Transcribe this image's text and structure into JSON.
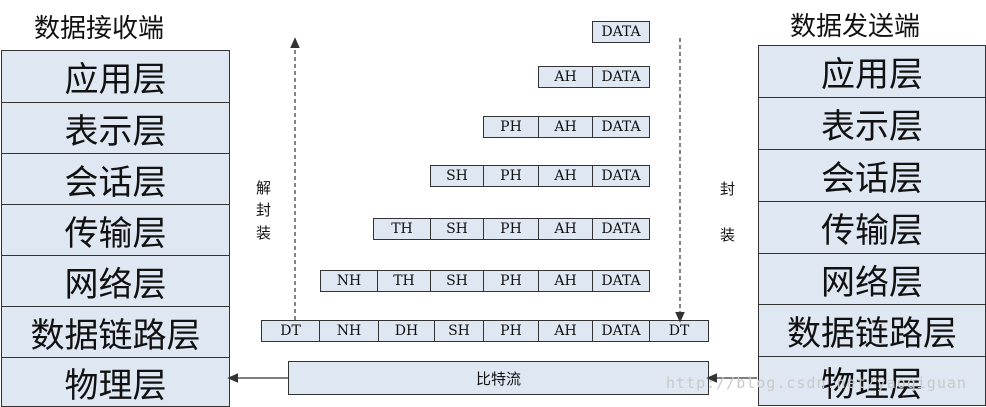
{
  "receiver": {
    "title": "数据接收端",
    "layers": [
      "应用层",
      "表示层",
      "会话层",
      "传输层",
      "网络层",
      "数据链路层",
      "物理层"
    ]
  },
  "sender": {
    "title": "数据发送端",
    "layers": [
      "应用层",
      "表示层",
      "会话层",
      "传输层",
      "网络层",
      "数据链路层",
      "物理层"
    ]
  },
  "labels": {
    "decap": [
      "解",
      "封",
      "装"
    ],
    "encap": [
      "封",
      "装"
    ]
  },
  "rows": [
    [
      "DATA"
    ],
    [
      "AH",
      "DATA"
    ],
    [
      "PH",
      "AH",
      "DATA"
    ],
    [
      "SH",
      "PH",
      "AH",
      "DATA"
    ],
    [
      "TH",
      "SH",
      "PH",
      "AH",
      "DATA"
    ],
    [
      "NH",
      "TH",
      "SH",
      "PH",
      "AH",
      "DATA"
    ],
    [
      "DT",
      "NH",
      "DH",
      "SH",
      "PH",
      "AH",
      "DATA",
      "DT"
    ]
  ],
  "bitstream": "比特流",
  "watermark": "http://blog.csdn.net/yaoqiguan"
}
